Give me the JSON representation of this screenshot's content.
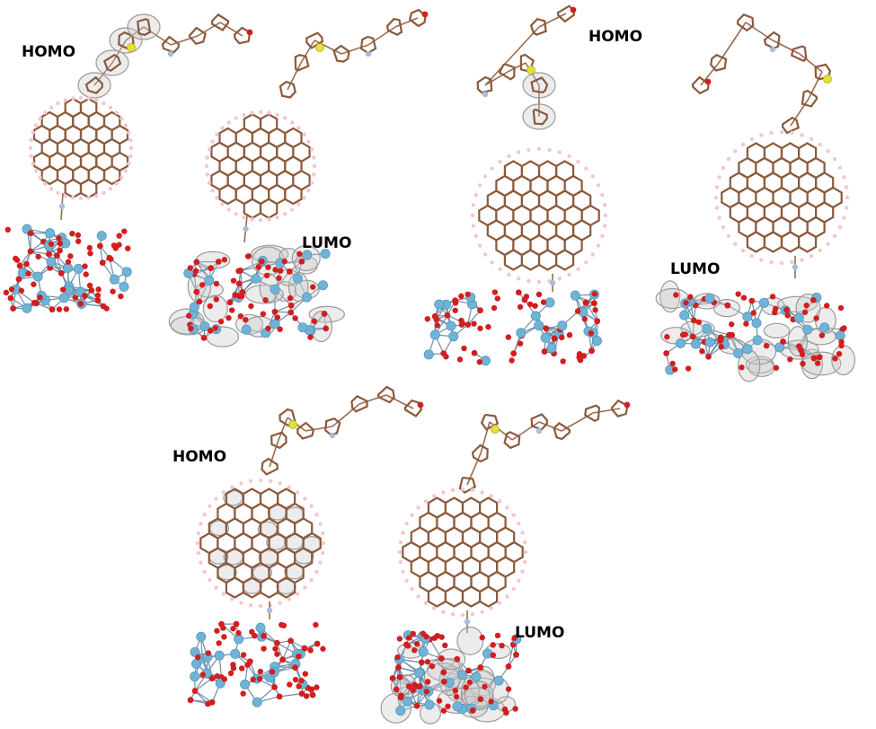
{
  "panels": [
    {
      "id": "a-homo",
      "label": "HOMO"
    },
    {
      "id": "a-lumo",
      "label": "LUMO"
    },
    {
      "id": "b-homo",
      "label": "HOMO"
    },
    {
      "id": "b-lumo",
      "label": "LUMO"
    },
    {
      "id": "c-homo",
      "label": "HOMO"
    },
    {
      "id": "c-lumo",
      "label": "LUMO"
    }
  ],
  "colors": {
    "carbon": "#8b5a3c",
    "hydrogen": "#f2c7cf",
    "oxygen": "#d21e1e",
    "sulfur": "#e2e23a",
    "nitrogen": "#a9bcd9",
    "titanium": "#6fb3d6",
    "orbital": "#bdbdbd"
  }
}
